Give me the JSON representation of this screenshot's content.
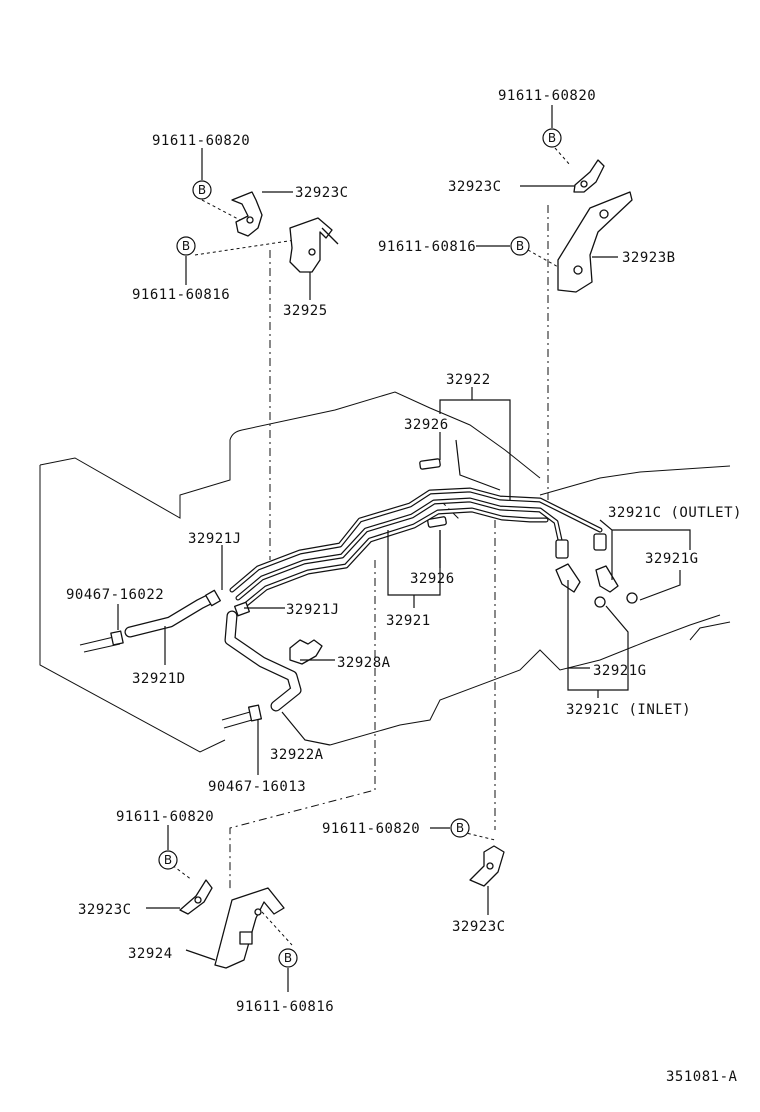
{
  "callouts": {
    "c1": "91611-60820",
    "c2": "32923C",
    "c3": "91611-60816",
    "c4": "32925",
    "c5": "91611-60820",
    "c6": "32923C",
    "c7": "91611-60816",
    "c8": "32923B",
    "c9": "32922",
    "c10": "32926",
    "c11": "32921J",
    "c12": "32921C (OUTLET)",
    "c13": "32921G",
    "c14": "90467-16022",
    "c15": "32921J",
    "c16": "32926",
    "c17": "32921",
    "c18": "32921D",
    "c19": "32928A",
    "c20": "32921G",
    "c21": "32921C (INLET)",
    "c22": "32922A",
    "c23": "90467-16013",
    "c24": "91611-60820",
    "c25": "91611-60820",
    "c26": "32923C",
    "c27": "32924",
    "c28": "32923C",
    "c29": "91611-60816",
    "c30": "351081-A"
  },
  "bolt_marker": "B"
}
